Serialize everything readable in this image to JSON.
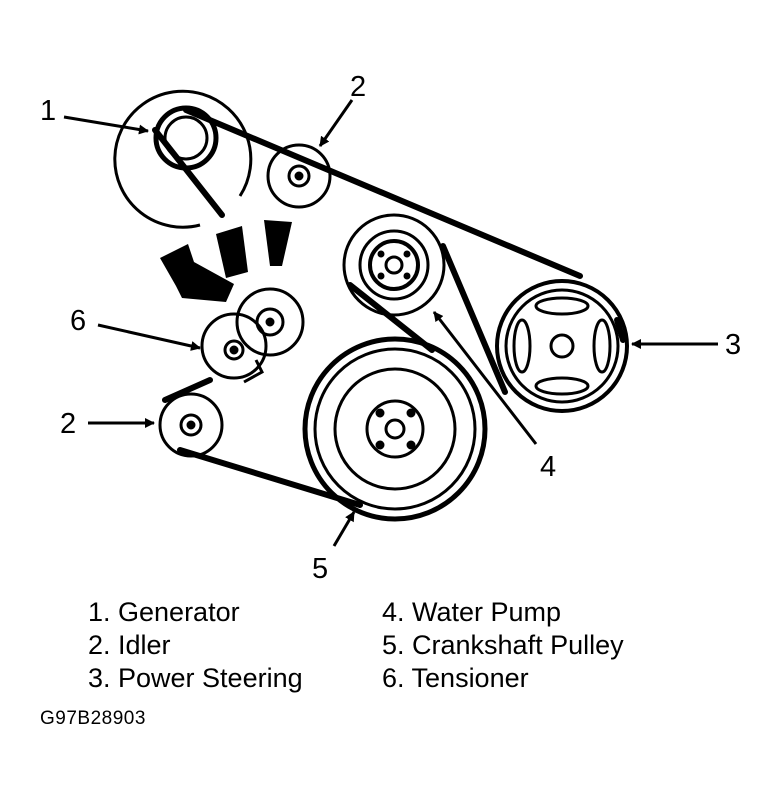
{
  "callouts": {
    "generator": "1",
    "idler_top": "2",
    "idler_bottom": "2",
    "power_steering": "3",
    "water_pump": "4",
    "crankshaft_pulley": "5",
    "tensioner": "6"
  },
  "legend": {
    "left": [
      "1. Generator",
      "2. Idler",
      "3. Power Steering"
    ],
    "right": [
      "4. Water Pump",
      "5. Crankshaft Pulley",
      "6. Tensioner"
    ]
  },
  "figure_code": "G97B28903",
  "colors": {
    "ink": "#000000",
    "paper": "#ffffff"
  }
}
